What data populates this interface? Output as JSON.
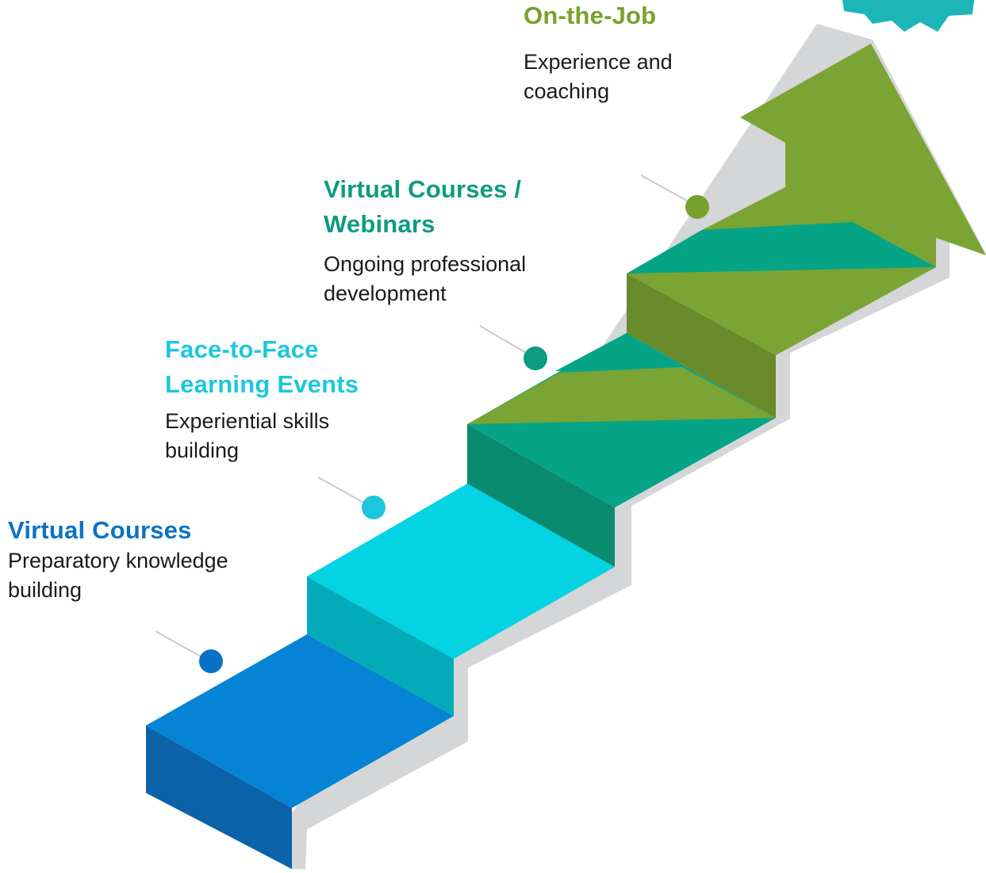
{
  "steps": [
    {
      "title": "Virtual Courses",
      "description": "Preparatory knowledge building",
      "color": "#0a72c5"
    },
    {
      "title": "Face-to-Face Learning Events",
      "description": "Experiential skills building",
      "color": "#1cc7dd"
    },
    {
      "title": "Virtual Courses / Webinars",
      "description": "Ongoing professional development",
      "color": "#0d9b82"
    },
    {
      "title": "On-the-Job",
      "description": "Experience and coaching",
      "color": "#76a12d"
    }
  ],
  "colors": {
    "shadow": "#d5d6d8",
    "blue_top": "#0584d6",
    "blue_side": "#0c62a9",
    "cyan_top": "#03d3e2",
    "cyan_side": "#03abb8",
    "teal_top": "#06a487",
    "teal_side": "#0a8b70",
    "green_top": "#7aa433",
    "green_side": "#698a2a",
    "badge": "#1cb5b8",
    "connector_line": "#c9cacc"
  }
}
